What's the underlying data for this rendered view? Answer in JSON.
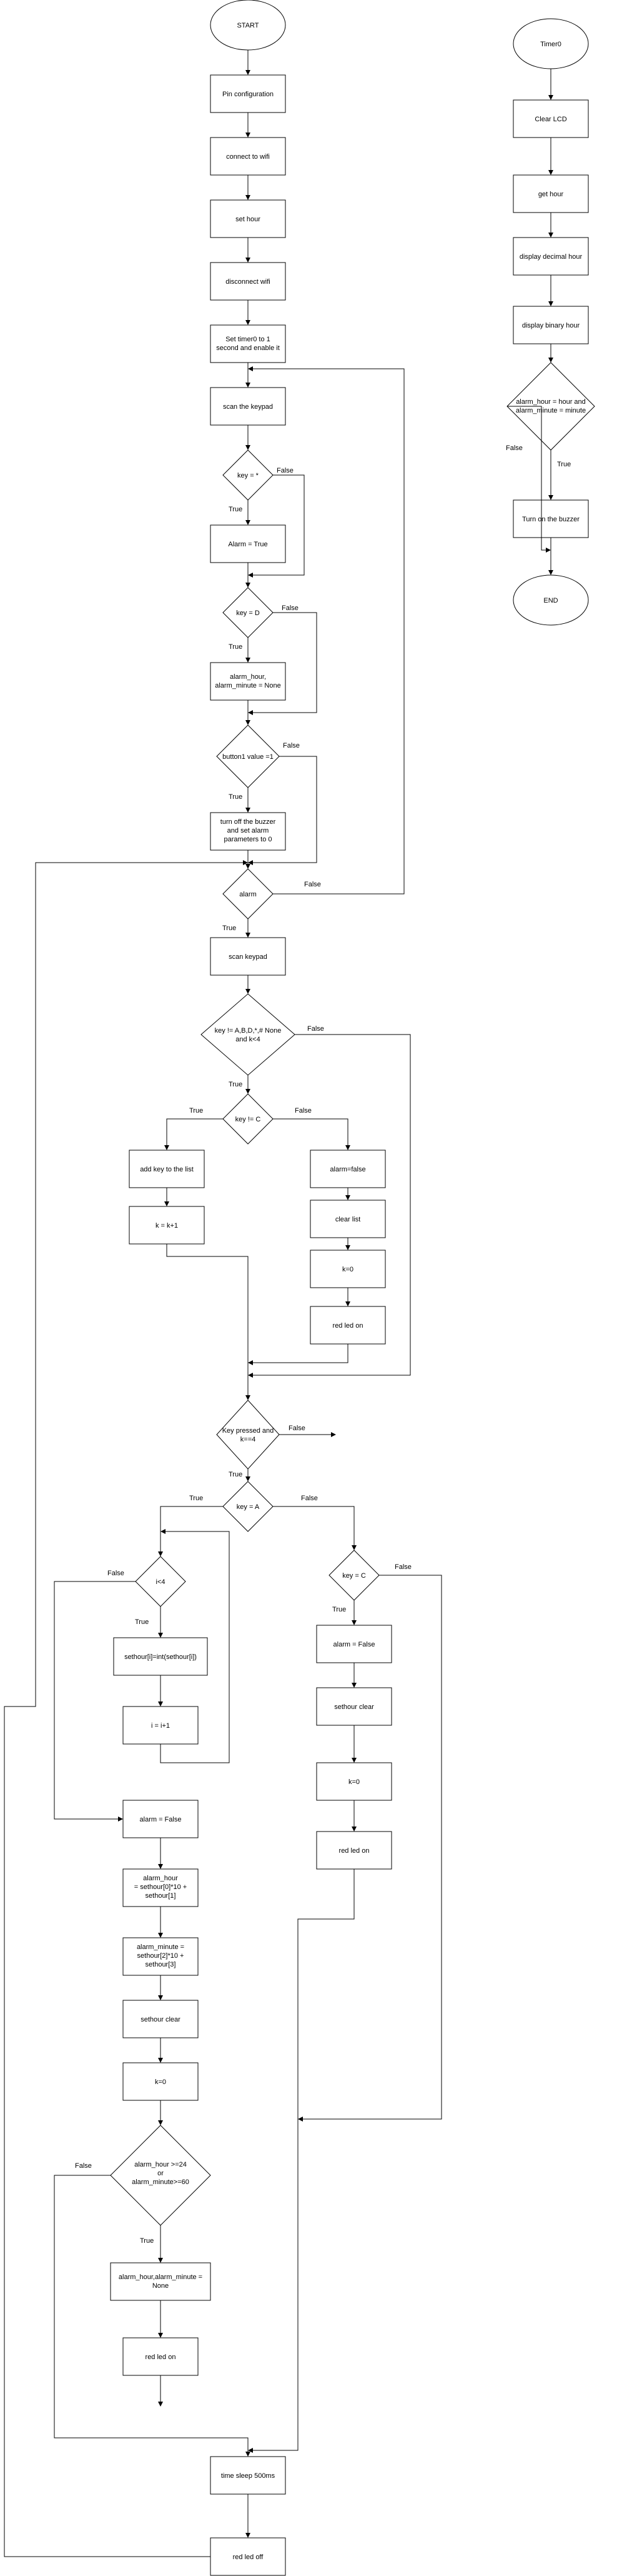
{
  "nodes": {
    "start": "START",
    "pin_config": "Pin configuration",
    "connect_wifi": "connect to wifi",
    "set_hour": "set hour",
    "disconnect_wifi": "disconnect wifi",
    "set_timer": [
      "Set timer0 to 1",
      "second and enable it"
    ],
    "scan_keypad_1": "scan the keypad",
    "key_star": "key = *",
    "alarm_true": "Alarm = True",
    "key_d": "key = D",
    "alarm_none": [
      "alarm_hour,",
      "alarm_minute = None"
    ],
    "button_value": "button1 value =1",
    "turn_off_buzzer": [
      "turn off the buzzer",
      "and set alarm",
      "parameters to 0"
    ],
    "alarm_check": "alarm",
    "scan_keypad_2": "scan keypad",
    "key_not_abcd": [
      "key != A,B,D,*,# None",
      "and k<4"
    ],
    "key_not_c": "key != C",
    "add_key": "add key to the list",
    "k_inc": "k = k+1",
    "alarm_false_1": "alarm=false",
    "clear_list": "clear list",
    "k_zero_1": "k=0",
    "red_led_on_1": "red led on",
    "key_pressed": [
      "Key pressed and",
      "k==4"
    ],
    "key_a": "key = A",
    "i_lt_4": "i<4",
    "sethour_append": "sethour[i]=int(sethour[i])",
    "i_inc": "i = i+1",
    "alarm_false_2": "alarm = False",
    "alarm_hour_calc": [
      "alarm_hour",
      "= sethour[0]*10 +",
      "sethour[1]"
    ],
    "alarm_minute_calc": [
      "alarm_minute =",
      "sethour[2]*10 +",
      "sethour[3]"
    ],
    "sethour_clear_1": "sethour clear",
    "k_zero_2": "k=0",
    "alarm_valid": [
      "alarm_hour >=24",
      "or",
      "alarm_minute>=60"
    ],
    "alarm_none_2": [
      "alarm_hour,alarm_minute =",
      "None"
    ],
    "red_led_on_2": "red led on",
    "key_c": "key = C",
    "alarm_false_3": "alarm = False",
    "sethour_clear_2": "sethour clear",
    "k_zero_3": "k=0",
    "red_led_on_3": "red led on",
    "time_sleep": "time sleep 500ms",
    "red_led_off": "red led off",
    "timer0": "Timer0",
    "clear_lcd": "Clear LCD",
    "get_hour": "get hour",
    "display_decimal": "display decimal hour",
    "display_binary": "display binary hour",
    "alarm_match": [
      "alarm_hour = hour and",
      "alarm_minute = minute"
    ],
    "turn_on_buzzer": "Turn on the buzzer",
    "end": "END"
  },
  "labels": {
    "true": "True",
    "false": "False"
  }
}
